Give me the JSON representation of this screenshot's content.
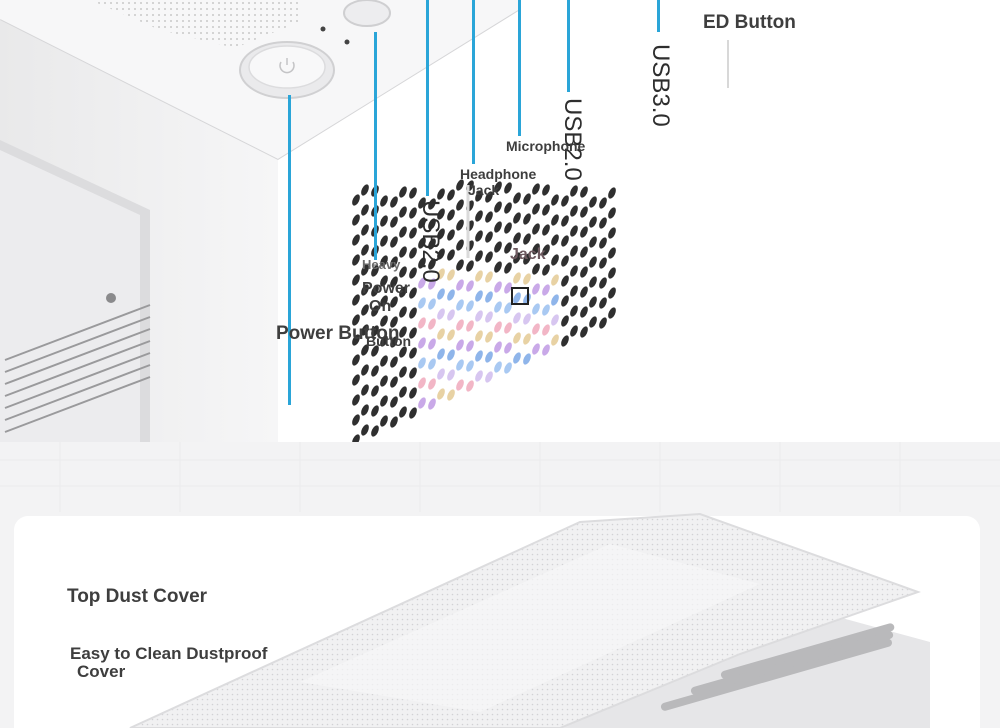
{
  "colors": {
    "leader": "#2aa5d8",
    "label_text": "#3e3e3e",
    "case_white": "#ffffff",
    "panel_grey": "#f3f3f4"
  },
  "callouts": {
    "ed_button": "ED Button",
    "usb30": "USB3.0",
    "usb20_right": "USB2.0",
    "usb20_left": "USB2.0",
    "microphone": "Microphone",
    "headphone": "Headphone",
    "headphone_jack": "Jack",
    "jack": "Jack",
    "heavy": "Heavy",
    "power_on": "Power",
    "on": "On",
    "button_small": "Button",
    "power_button": "Power Button"
  },
  "features": {
    "top_dust_cover": "Top Dust Cover",
    "easy_clean": "Easy to Clean Dustproof",
    "cover": "Cover"
  },
  "icons": [
    "power-icon",
    "square-icon"
  ]
}
